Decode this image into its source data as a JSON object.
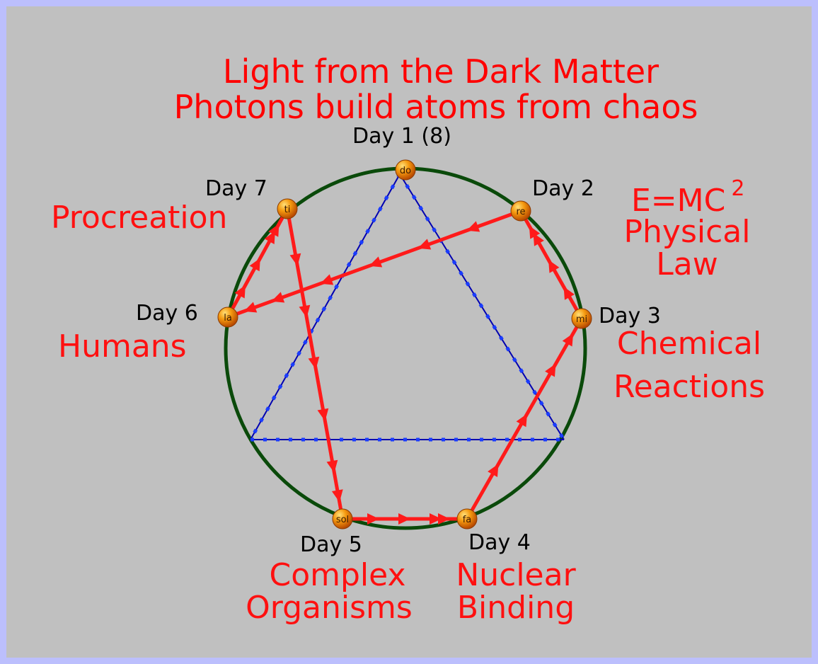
{
  "title": {
    "line1": "Light from the Dark Matter",
    "line2": "Photons build atoms from chaos"
  },
  "nodes": [
    {
      "note": "do",
      "day": "Day 1 (8)"
    },
    {
      "note": "re",
      "day": "Day 2"
    },
    {
      "note": "mi",
      "day": "Day 3"
    },
    {
      "note": "fa",
      "day": "Day 4"
    },
    {
      "note": "sol",
      "day": "Day 5"
    },
    {
      "note": "la",
      "day": "Day 6"
    },
    {
      "note": "ti",
      "day": "Day 7"
    }
  ],
  "annotations": {
    "day2": {
      "line1": "E=MC",
      "superscript": "2",
      "line2": "Physical",
      "line3": "Law"
    },
    "day3": {
      "line1": "Chemical",
      "line2": "Reactions"
    },
    "day4": {
      "line1": "Nuclear",
      "line2": "Binding"
    },
    "day5": {
      "line1": "Complex",
      "line2": "Organisms"
    },
    "day6": {
      "line1": "Humans"
    },
    "day7": {
      "line1": "Procreation"
    }
  },
  "colors": {
    "circle": "#0a4a0a",
    "arrows": "#ff1a1a",
    "triangle": "#0000b0",
    "node": "#f08a00",
    "labels": "#ff1010",
    "border": "#bcbffd",
    "background": "#c0c0c0"
  },
  "flow_sequence": [
    "re",
    "la",
    "ti",
    "sol",
    "fa",
    "mi",
    "re"
  ]
}
